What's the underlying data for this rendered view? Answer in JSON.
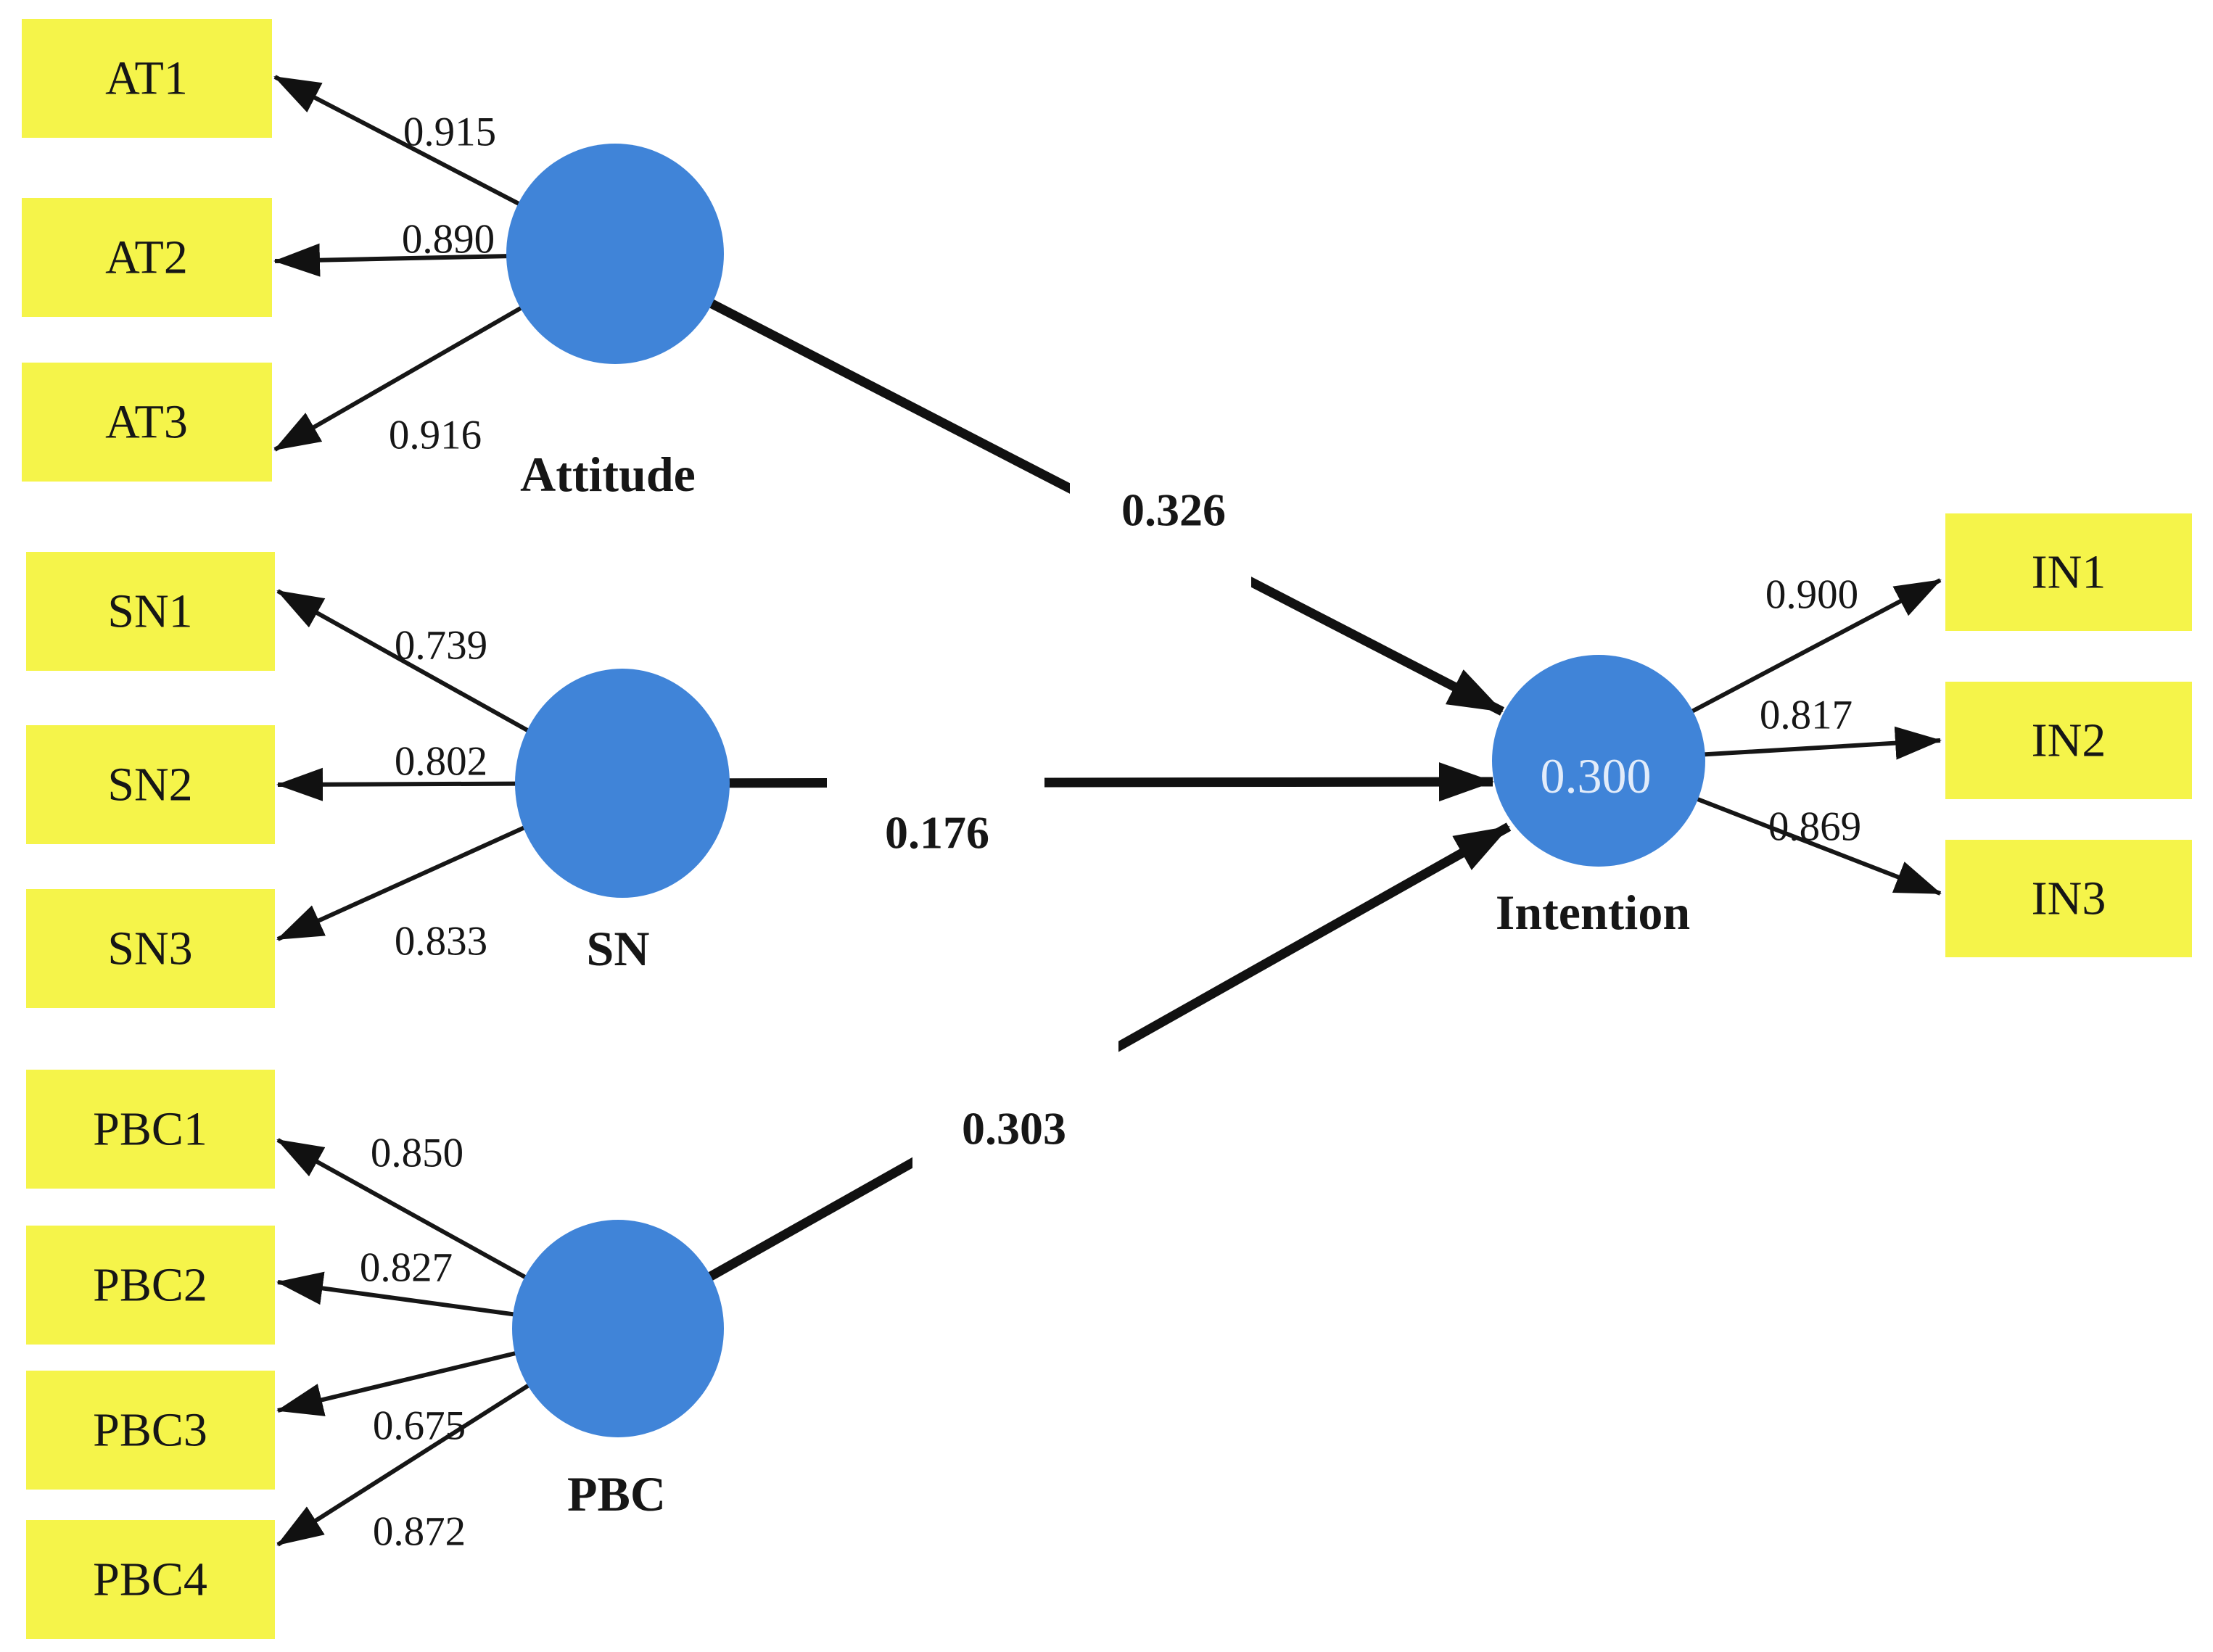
{
  "diagram": {
    "type": "PLS-SEM path model",
    "colors": {
      "construct_fill": "#4084d8",
      "indicator_fill": "#f5f44a",
      "line": "#161616",
      "r2_text": "#e2ecfa",
      "background": "#ffffff"
    },
    "constructs": [
      {
        "id": "attitude",
        "label": "Attitude"
      },
      {
        "id": "sn",
        "label": "SN"
      },
      {
        "id": "pbc",
        "label": "PBC"
      },
      {
        "id": "intention",
        "label": "Intention",
        "r2": "0.300"
      }
    ],
    "indicators": [
      {
        "id": "AT1",
        "label": "AT1",
        "construct": "Attitude",
        "loading": "0.915"
      },
      {
        "id": "AT2",
        "label": "AT2",
        "construct": "Attitude",
        "loading": "0.890"
      },
      {
        "id": "AT3",
        "label": "AT3",
        "construct": "Attitude",
        "loading": "0.916"
      },
      {
        "id": "SN1",
        "label": "SN1",
        "construct": "SN",
        "loading": "0.739"
      },
      {
        "id": "SN2",
        "label": "SN2",
        "construct": "SN",
        "loading": "0.802"
      },
      {
        "id": "SN3",
        "label": "SN3",
        "construct": "SN",
        "loading": "0.833"
      },
      {
        "id": "PBC1",
        "label": "PBC1",
        "construct": "PBC",
        "loading": "0.850"
      },
      {
        "id": "PBC2",
        "label": "PBC2",
        "construct": "PBC",
        "loading": "0.827"
      },
      {
        "id": "PBC3",
        "label": "PBC3",
        "construct": "PBC",
        "loading": "0.675"
      },
      {
        "id": "PBC4",
        "label": "PBC4",
        "construct": "PBC",
        "loading": "0.872"
      },
      {
        "id": "IN1",
        "label": "IN1",
        "construct": "Intention",
        "loading": "0.900"
      },
      {
        "id": "IN2",
        "label": "IN2",
        "construct": "Intention",
        "loading": "0.817"
      },
      {
        "id": "IN3",
        "label": "IN3",
        "construct": "Intention",
        "loading": "0.869"
      }
    ],
    "paths": [
      {
        "from": "Attitude",
        "to": "Intention",
        "coefficient": "0.326"
      },
      {
        "from": "SN",
        "to": "Intention",
        "coefficient": "0.176"
      },
      {
        "from": "PBC",
        "to": "Intention",
        "coefficient": "0.303"
      }
    ]
  }
}
